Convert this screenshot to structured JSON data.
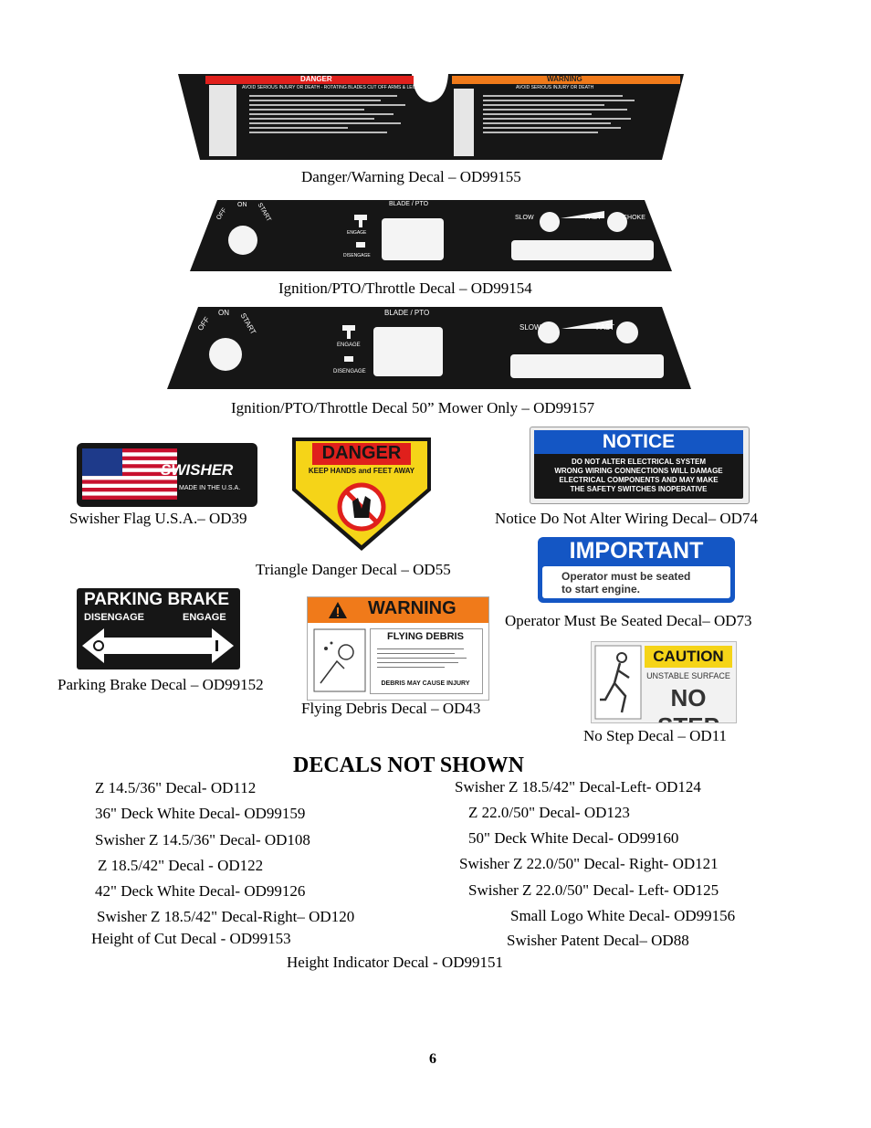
{
  "decals": {
    "danger_warning": {
      "caption": "Danger/Warning Decal – OD99155",
      "danger_header": "DANGER",
      "danger_sub": "AVOID SERIOUS INJURY OR DEATH - ROTATING BLADES CUT OFF ARMS & LEGS",
      "warning_header": "WARNING",
      "warning_sub": "AVOID SERIOUS INJURY OR DEATH"
    },
    "ignition_a": {
      "caption": "Ignition/PTO/Throttle Decal – OD99154",
      "off": "OFF",
      "on": "ON",
      "start": "START",
      "blade_pto": "BLADE / PTO",
      "engage": "ENGAGE",
      "disengage": "DISENGAGE",
      "slow": "SLOW",
      "fast": "FAST",
      "choke": "CHOKE"
    },
    "ignition_b": {
      "caption": "Ignition/PTO/Throttle Decal 50” Mower Only – OD99157",
      "off": "OFF",
      "on": "ON",
      "start": "START",
      "blade_pto": "BLADE / PTO",
      "engage": "ENGAGE",
      "disengage": "DISENGAGE",
      "slow": "SLOW",
      "fast": "FAST"
    },
    "flag": {
      "caption": "Swisher Flag U.S.A.– OD39",
      "brand": "SWISHER",
      "made_in": "MADE IN THE U.S.A."
    },
    "triangle": {
      "caption": "Triangle Danger Decal – OD55",
      "header": "DANGER",
      "sub": "KEEP HANDS and FEET AWAY"
    },
    "notice": {
      "caption": "Notice Do Not Alter Wiring Decal– OD74",
      "header": "NOTICE",
      "line1": "DO NOT ALTER ELECTRICAL SYSTEM",
      "line2": "WRONG WIRING CONNECTIONS WILL DAMAGE",
      "line3": "ELECTRICAL COMPONENTS AND MAY MAKE",
      "line4": "THE SAFETY SWITCHES INOPERATIVE"
    },
    "important": {
      "caption": "Operator Must Be Seated Decal– OD73",
      "header": "IMPORTANT",
      "line1": "Operator must be seated",
      "line2": "to start engine."
    },
    "parking": {
      "caption": "Parking Brake Decal – OD99152",
      "header": "PARKING BRAKE",
      "disengage": "DISENGAGE",
      "engage": "ENGAGE"
    },
    "flying": {
      "caption": "Flying Debris Decal – OD43",
      "header": "WARNING",
      "title": "FLYING DEBRIS",
      "footer": "DEBRIS MAY CAUSE INJURY"
    },
    "nostep": {
      "caption": "No Step Decal – OD11",
      "header": "CAUTION",
      "sub": "UNSTABLE SURFACE",
      "main": "NO STEP"
    }
  },
  "not_shown": {
    "title": "DECALS NOT SHOWN",
    "left": [
      "Z 14.5/36\" Decal- OD112",
      "36\" Deck White Decal- OD99159",
      "Swisher Z 14.5/36\" Decal- OD108",
      "Z 18.5/42\" Decal - OD122",
      "42\" Deck White Decal- OD99126",
      "Swisher Z 18.5/42\" Decal-Right– OD120",
      "Height of Cut Decal - OD99153"
    ],
    "right": [
      "Swisher Z 18.5/42\" Decal-Left- OD124",
      "Z 22.0/50\" Decal- OD123",
      "50\" Deck White Decal- OD99160",
      "Swisher Z 22.0/50\" Decal- Right- OD121",
      "Swisher Z 22.0/50\" Decal- Left- OD125",
      "Small Logo White Decal- OD99156",
      "Swisher Patent Decal– OD88"
    ],
    "last": "Height Indicator Decal - OD99151"
  },
  "page_number": "6",
  "colors": {
    "danger_red": "#e0201c",
    "warning_orange": "#f07a1a",
    "notice_blue": "#1456c4",
    "caution_yellow": "#f5d418",
    "decal_black": "#161616"
  }
}
